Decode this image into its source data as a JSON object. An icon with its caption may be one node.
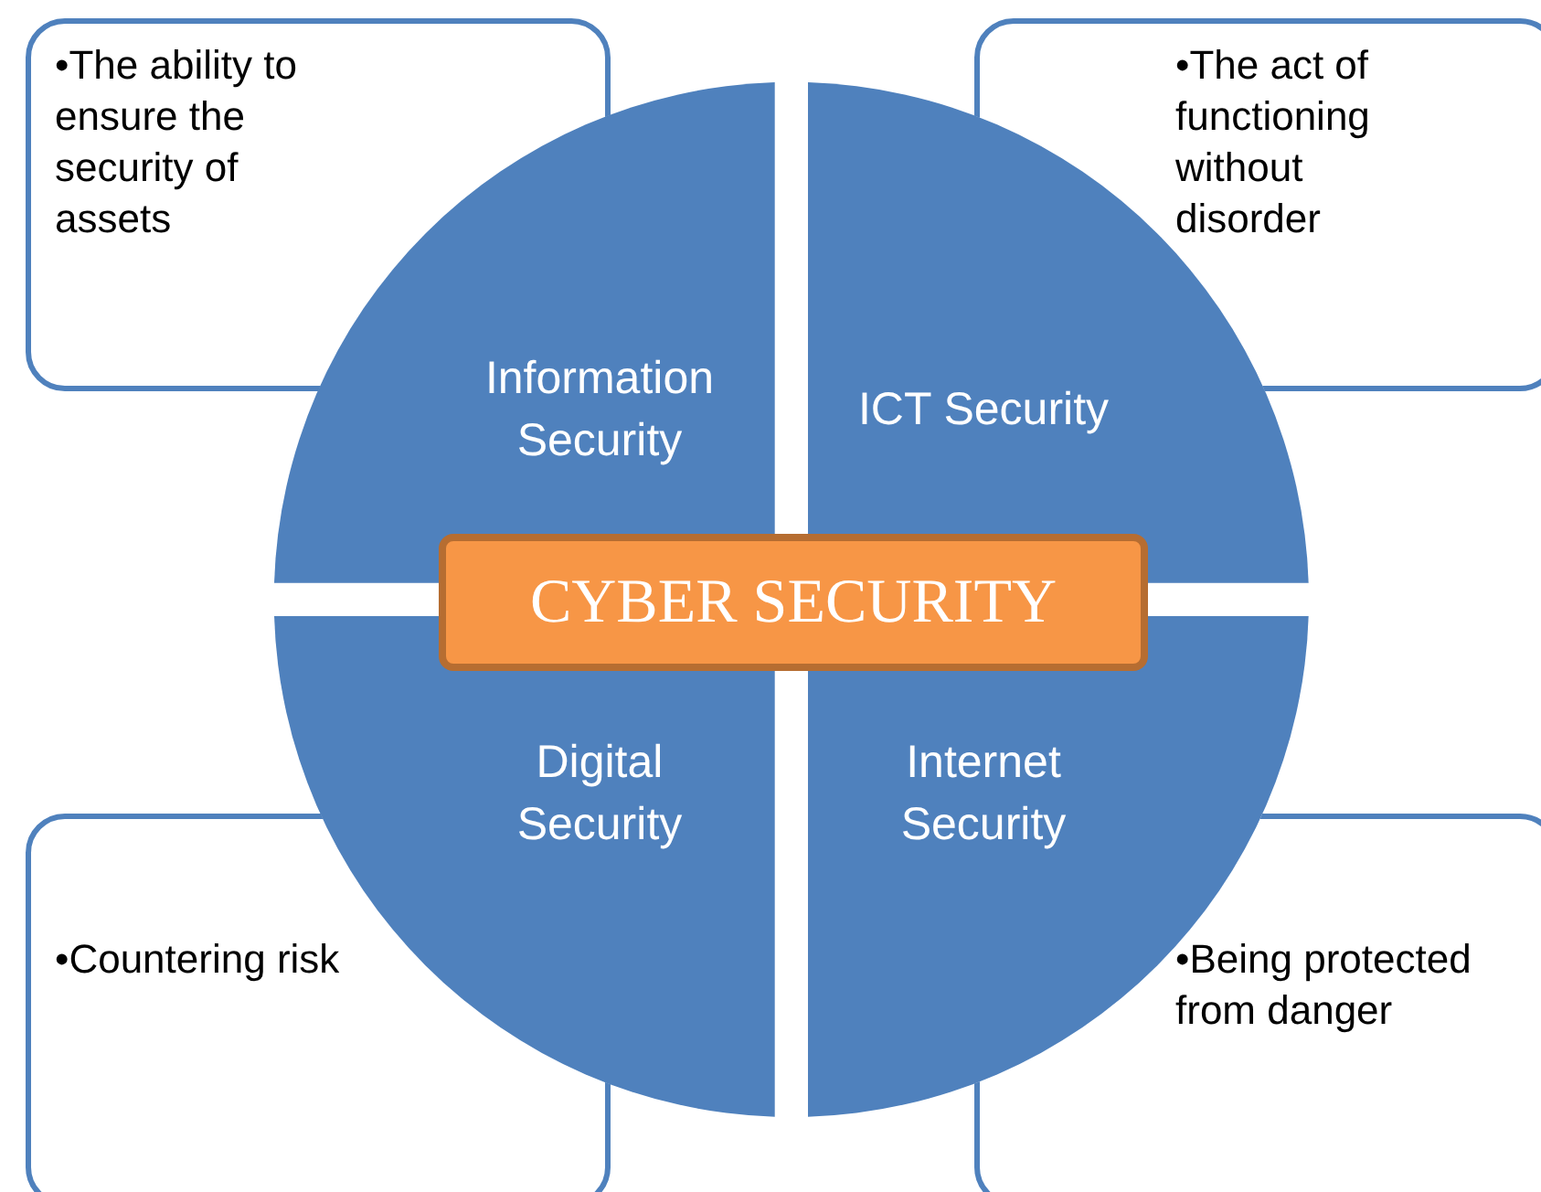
{
  "diagram": {
    "nodes": [
      {
        "text": [
          "•The ability to ensure the security of assets"
        ]
      },
      {
        "text": [
          "•The act of functioning without disorder"
        ]
      },
      {
        "text": [
          "Information Security"
        ]
      },
      {
        "text": [
          "ICT Security"
        ]
      },
      {
        "text": [
          "CYBER SECURITY"
        ]
      },
      {
        "text": [
          "Digital Security"
        ]
      },
      {
        "text": [
          "Internet Security"
        ]
      },
      {
        "text": [
          "•Countering risk"
        ]
      },
      {
        "text": [
          "•Being protected from danger"
        ]
      }
    ]
  }
}
